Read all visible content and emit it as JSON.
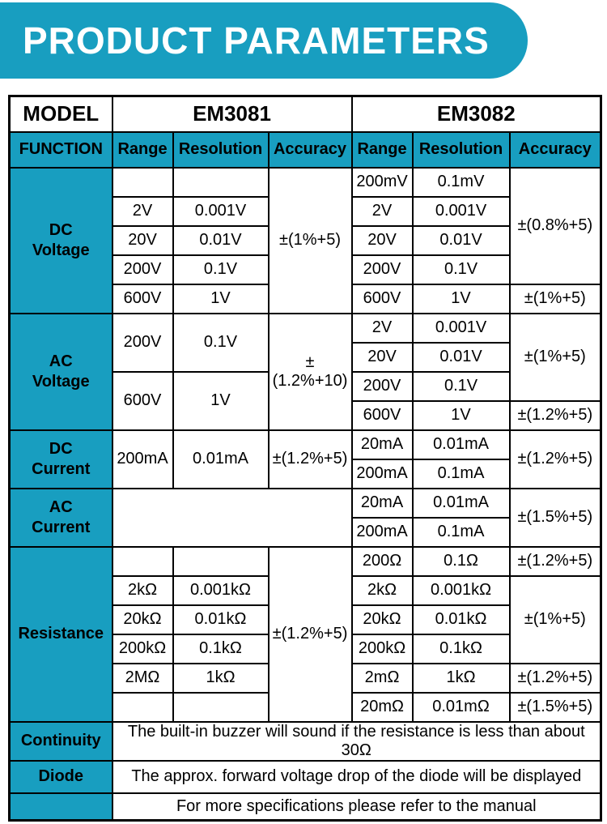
{
  "banner": {
    "title": "PRODUCT PARAMETERS"
  },
  "colors": {
    "accent": "#189EC0",
    "border": "#000000"
  },
  "t": {
    "header": {
      "model": "MODEL",
      "em3081": "EM3081",
      "em3082": "EM3082",
      "function": "FUNCTION",
      "cols": [
        "Range",
        "Resolution",
        "Accuracy",
        "Range",
        "Resolution",
        "Accuracy"
      ]
    },
    "dcv": {
      "label": "DC\nVoltage",
      "m1_acc": "±(1%+5)",
      "m2_acc_upper": "±(0.8%+5)",
      "m2_acc_600v": "±(1%+5)",
      "rows": [
        {
          "m1_range": "",
          "m1_res": "",
          "m2_range": "200mV",
          "m2_res": "0.1mV"
        },
        {
          "m1_range": "2V",
          "m1_res": "0.001V",
          "m2_range": "2V",
          "m2_res": "0.001V"
        },
        {
          "m1_range": "20V",
          "m1_res": "0.01V",
          "m2_range": "20V",
          "m2_res": "0.01V"
        },
        {
          "m1_range": "200V",
          "m1_res": "0.1V",
          "m2_range": "200V",
          "m2_res": "0.1V"
        },
        {
          "m1_range": "600V",
          "m1_res": "1V",
          "m2_range": "600V",
          "m2_res": "1V"
        }
      ]
    },
    "acv": {
      "label": "AC\nVoltage",
      "m1_range_a": "200V",
      "m1_res_a": "0.1V",
      "m1_range_b": "600V",
      "m1_res_b": "1V",
      "m1_acc": "±(1.2%+10)",
      "m2_acc_upper": "±(1%+5)",
      "m2_acc_600v": "±(1.2%+5)",
      "rows": [
        {
          "m2_range": "2V",
          "m2_res": "0.001V"
        },
        {
          "m2_range": "20V",
          "m2_res": "0.01V"
        },
        {
          "m2_range": "200V",
          "m2_res": "0.1V"
        },
        {
          "m2_range": "600V",
          "m2_res": "1V"
        }
      ]
    },
    "dcc": {
      "label": "DC\nCurrent",
      "m1_range": "200mA",
      "m1_res": "0.01mA",
      "m1_acc": "±(1.2%+5)",
      "m2_acc": "±(1.2%+5)",
      "rows": [
        {
          "m2_range": "20mA",
          "m2_res": "0.01mA"
        },
        {
          "m2_range": "200mA",
          "m2_res": "0.1mA"
        }
      ]
    },
    "acc": {
      "label": "AC\nCurrent",
      "m1_empty": "",
      "m2_acc": "±(1.5%+5)",
      "rows": [
        {
          "m2_range": "20mA",
          "m2_res": "0.01mA"
        },
        {
          "m2_range": "200mA",
          "m2_res": "0.1mA"
        }
      ]
    },
    "res": {
      "label": "Resistance",
      "m1_acc": "±(1.2%+5)",
      "m2_acc_200ohm": "±(1.2%+5)",
      "m2_acc_mid": "±(1%+5)",
      "m2_acc_2m": "±(1.2%+5)",
      "m2_acc_20m": "±(1.5%+5)",
      "rows": [
        {
          "m1_range": "",
          "m1_res": "",
          "m2_range": "200Ω",
          "m2_res": "0.1Ω"
        },
        {
          "m1_range": "2kΩ",
          "m1_res": "0.001kΩ",
          "m2_range": "2kΩ",
          "m2_res": "0.001kΩ"
        },
        {
          "m1_range": "20kΩ",
          "m1_res": "0.01kΩ",
          "m2_range": "20kΩ",
          "m2_res": "0.01kΩ"
        },
        {
          "m1_range": "200kΩ",
          "m1_res": "0.1kΩ",
          "m2_range": "200kΩ",
          "m2_res": "0.1kΩ"
        },
        {
          "m1_range": "2MΩ",
          "m1_res": "1kΩ",
          "m2_range": "2mΩ",
          "m2_res": "1kΩ"
        },
        {
          "m1_range": "",
          "m1_res": "",
          "m2_range": "20mΩ",
          "m2_res": "0.01mΩ"
        }
      ]
    },
    "continuity": {
      "label": "Continuity",
      "text": "The built-in buzzer will sound if the resistance is less than about 30Ω"
    },
    "diode": {
      "label": "Diode",
      "text": "The approx. forward voltage drop of the diode will be displayed"
    },
    "footer": {
      "label": "",
      "text": "For more specifications please refer to the manual"
    }
  }
}
